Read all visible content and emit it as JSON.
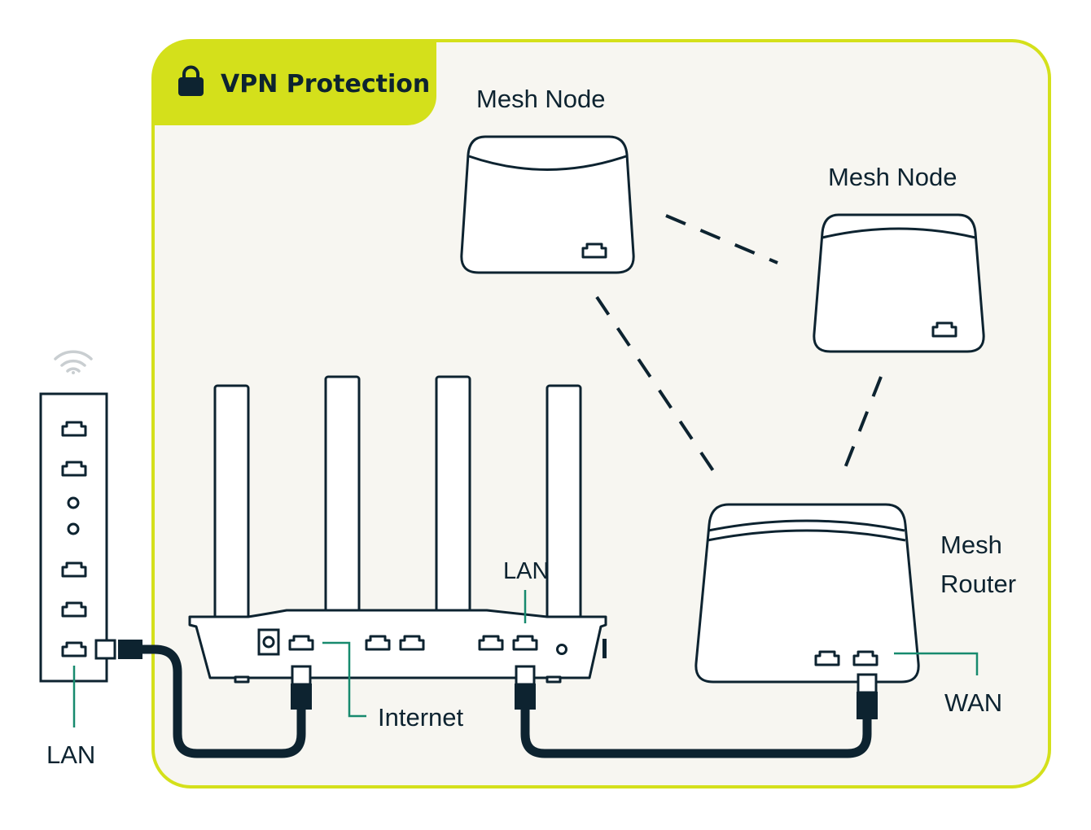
{
  "header": {
    "title": "VPN Protection",
    "icon": "lock-icon"
  },
  "colors": {
    "accent": "#d4e01b",
    "panel": "#f7f6f1",
    "ink": "#0d2330",
    "leader": "#178a6e"
  },
  "labels": {
    "mesh_node_top": "Mesh Node",
    "mesh_node_right": "Mesh Node",
    "mesh_router_line1": "Mesh",
    "mesh_router_line2": "Router",
    "wan": "WAN",
    "router_lan": "LAN",
    "internet": "Internet",
    "modem_lan": "LAN"
  }
}
